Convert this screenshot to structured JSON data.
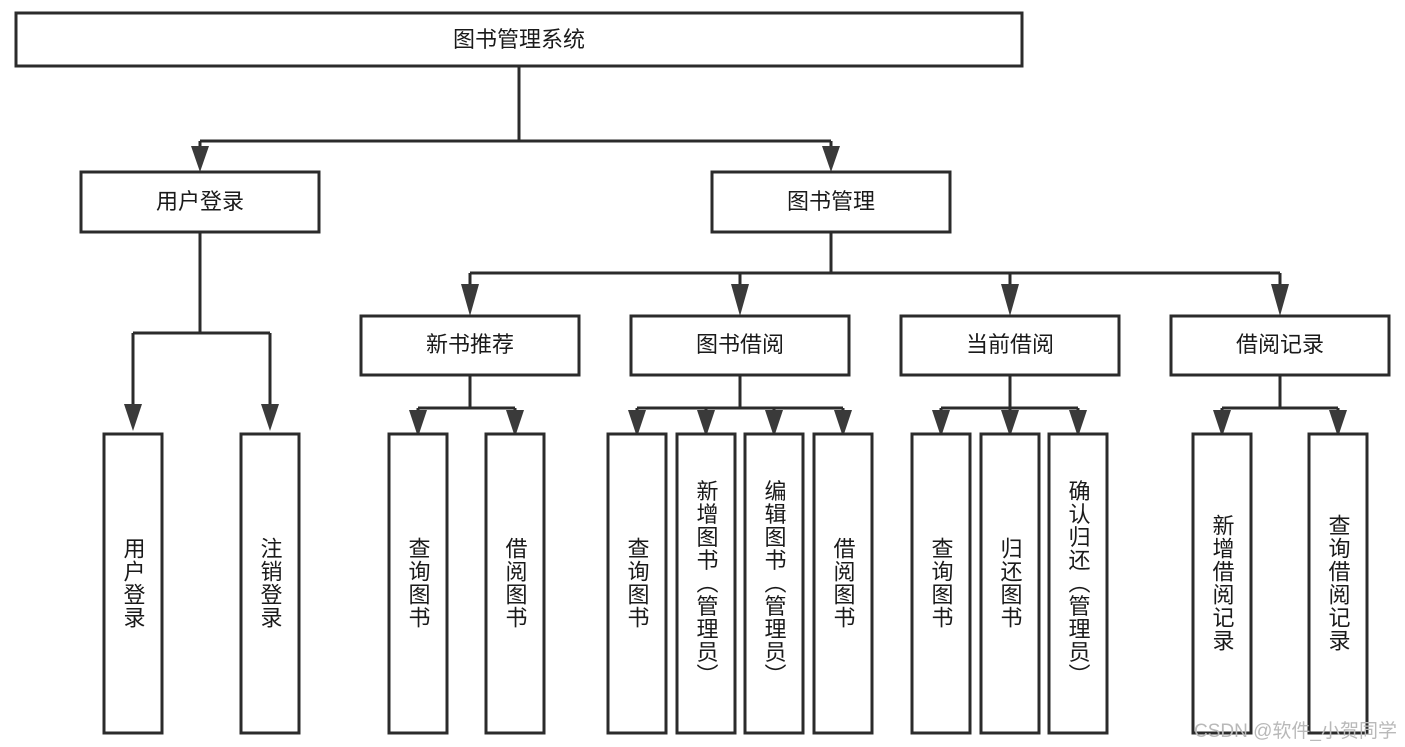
{
  "diagram": {
    "type": "tree",
    "title": "图书管理系统",
    "watermark": "CSDN @软件_小贺同学",
    "root": {
      "id": "root",
      "label": "图书管理系统",
      "orientation": "horizontal"
    },
    "level2": [
      {
        "id": "user-login",
        "label": "用户登录",
        "orientation": "horizontal"
      },
      {
        "id": "book-manage",
        "label": "图书管理",
        "orientation": "horizontal"
      }
    ],
    "level3": [
      {
        "id": "new-book-recommend",
        "label": "新书推荐",
        "orientation": "horizontal",
        "parent": "book-manage"
      },
      {
        "id": "book-borrow",
        "label": "图书借阅",
        "orientation": "horizontal",
        "parent": "book-manage"
      },
      {
        "id": "current-borrow",
        "label": "当前借阅",
        "orientation": "horizontal",
        "parent": "book-manage"
      },
      {
        "id": "borrow-record",
        "label": "借阅记录",
        "orientation": "horizontal",
        "parent": "book-manage"
      }
    ],
    "leaves": [
      {
        "id": "leaf-user-login",
        "label": "用户登录",
        "orientation": "vertical",
        "parent": "user-login"
      },
      {
        "id": "leaf-user-logout",
        "label": "注销登录",
        "orientation": "vertical",
        "parent": "user-login"
      },
      {
        "id": "leaf-query-book-1",
        "label": "查询图书",
        "orientation": "vertical",
        "parent": "new-book-recommend"
      },
      {
        "id": "leaf-borrow-book-1",
        "label": "借阅图书",
        "orientation": "vertical",
        "parent": "new-book-recommend"
      },
      {
        "id": "leaf-query-book-2",
        "label": "查询图书",
        "orientation": "vertical",
        "parent": "book-borrow"
      },
      {
        "id": "leaf-add-book",
        "label": "新增图书（管理员）",
        "orientation": "vertical",
        "parent": "book-borrow"
      },
      {
        "id": "leaf-edit-book",
        "label": "编辑图书（管理员）",
        "orientation": "vertical",
        "parent": "book-borrow"
      },
      {
        "id": "leaf-borrow-book-2",
        "label": "借阅图书",
        "orientation": "vertical",
        "parent": "book-borrow"
      },
      {
        "id": "leaf-query-book-3",
        "label": "查询图书",
        "orientation": "vertical",
        "parent": "current-borrow"
      },
      {
        "id": "leaf-return-book",
        "label": "归还图书",
        "orientation": "vertical",
        "parent": "current-borrow"
      },
      {
        "id": "leaf-confirm-return",
        "label": "确认归还（管理员）",
        "orientation": "vertical",
        "parent": "current-borrow"
      },
      {
        "id": "leaf-add-record",
        "label": "新增借阅记录",
        "orientation": "vertical",
        "parent": "borrow-record"
      },
      {
        "id": "leaf-query-record",
        "label": "查询借阅记录",
        "orientation": "vertical",
        "parent": "borrow-record"
      }
    ],
    "colors": {
      "box_stroke": "#2b2b2b",
      "box_fill": "#ffffff",
      "text": "#1a1a1a",
      "watermark": "#b9b9b9",
      "background": "#ffffff"
    }
  }
}
